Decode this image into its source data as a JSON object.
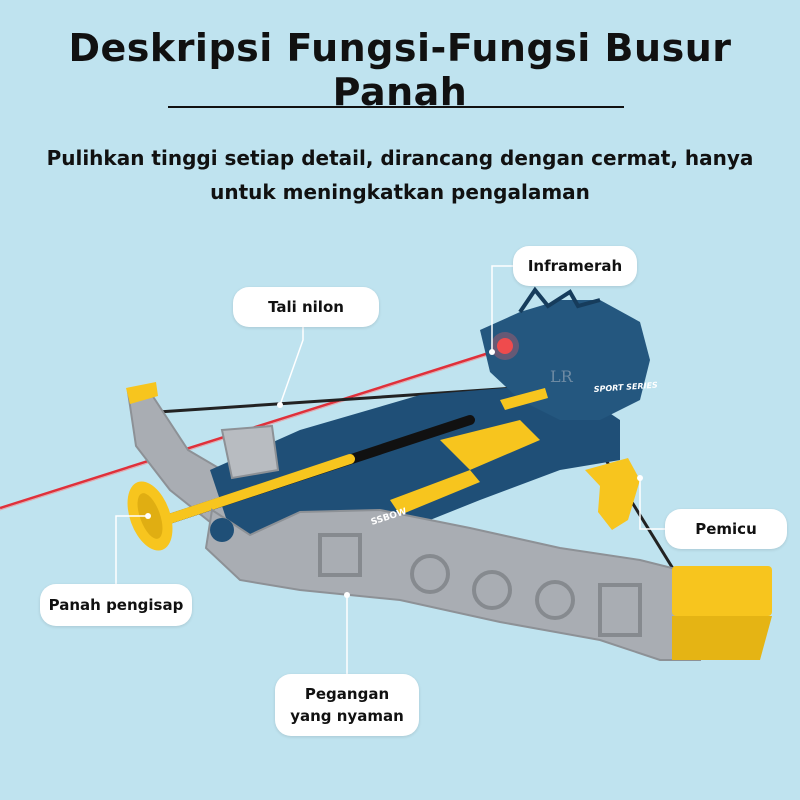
{
  "header": {
    "title": "Deskripsi Fungsi-Fungsi Busur Panah",
    "subtitle_line1": "Pulihkan tinggi setiap detail, dirancang dengan cermat, hanya",
    "subtitle_line2": "untuk meningkatkan pengalaman"
  },
  "callouts": {
    "inframerah": "Inframerah",
    "tali_nilon": "Tali nilon",
    "pemicu": "Pemicu",
    "panah_pengisap": "Panah pengisap",
    "pegangan_line1": "Pegangan",
    "pegangan_line2": "yang nyaman"
  },
  "product": {
    "sport_label": "SPORT SERIES",
    "brand_mark": "LR",
    "side_text": "SSBOW"
  },
  "colors": {
    "background": "#bfe3ef",
    "body_blue": "#1f4f77",
    "accent_yellow": "#f7c51e",
    "frame_gray": "#a9adb3",
    "laser_red": "#e0303a"
  }
}
